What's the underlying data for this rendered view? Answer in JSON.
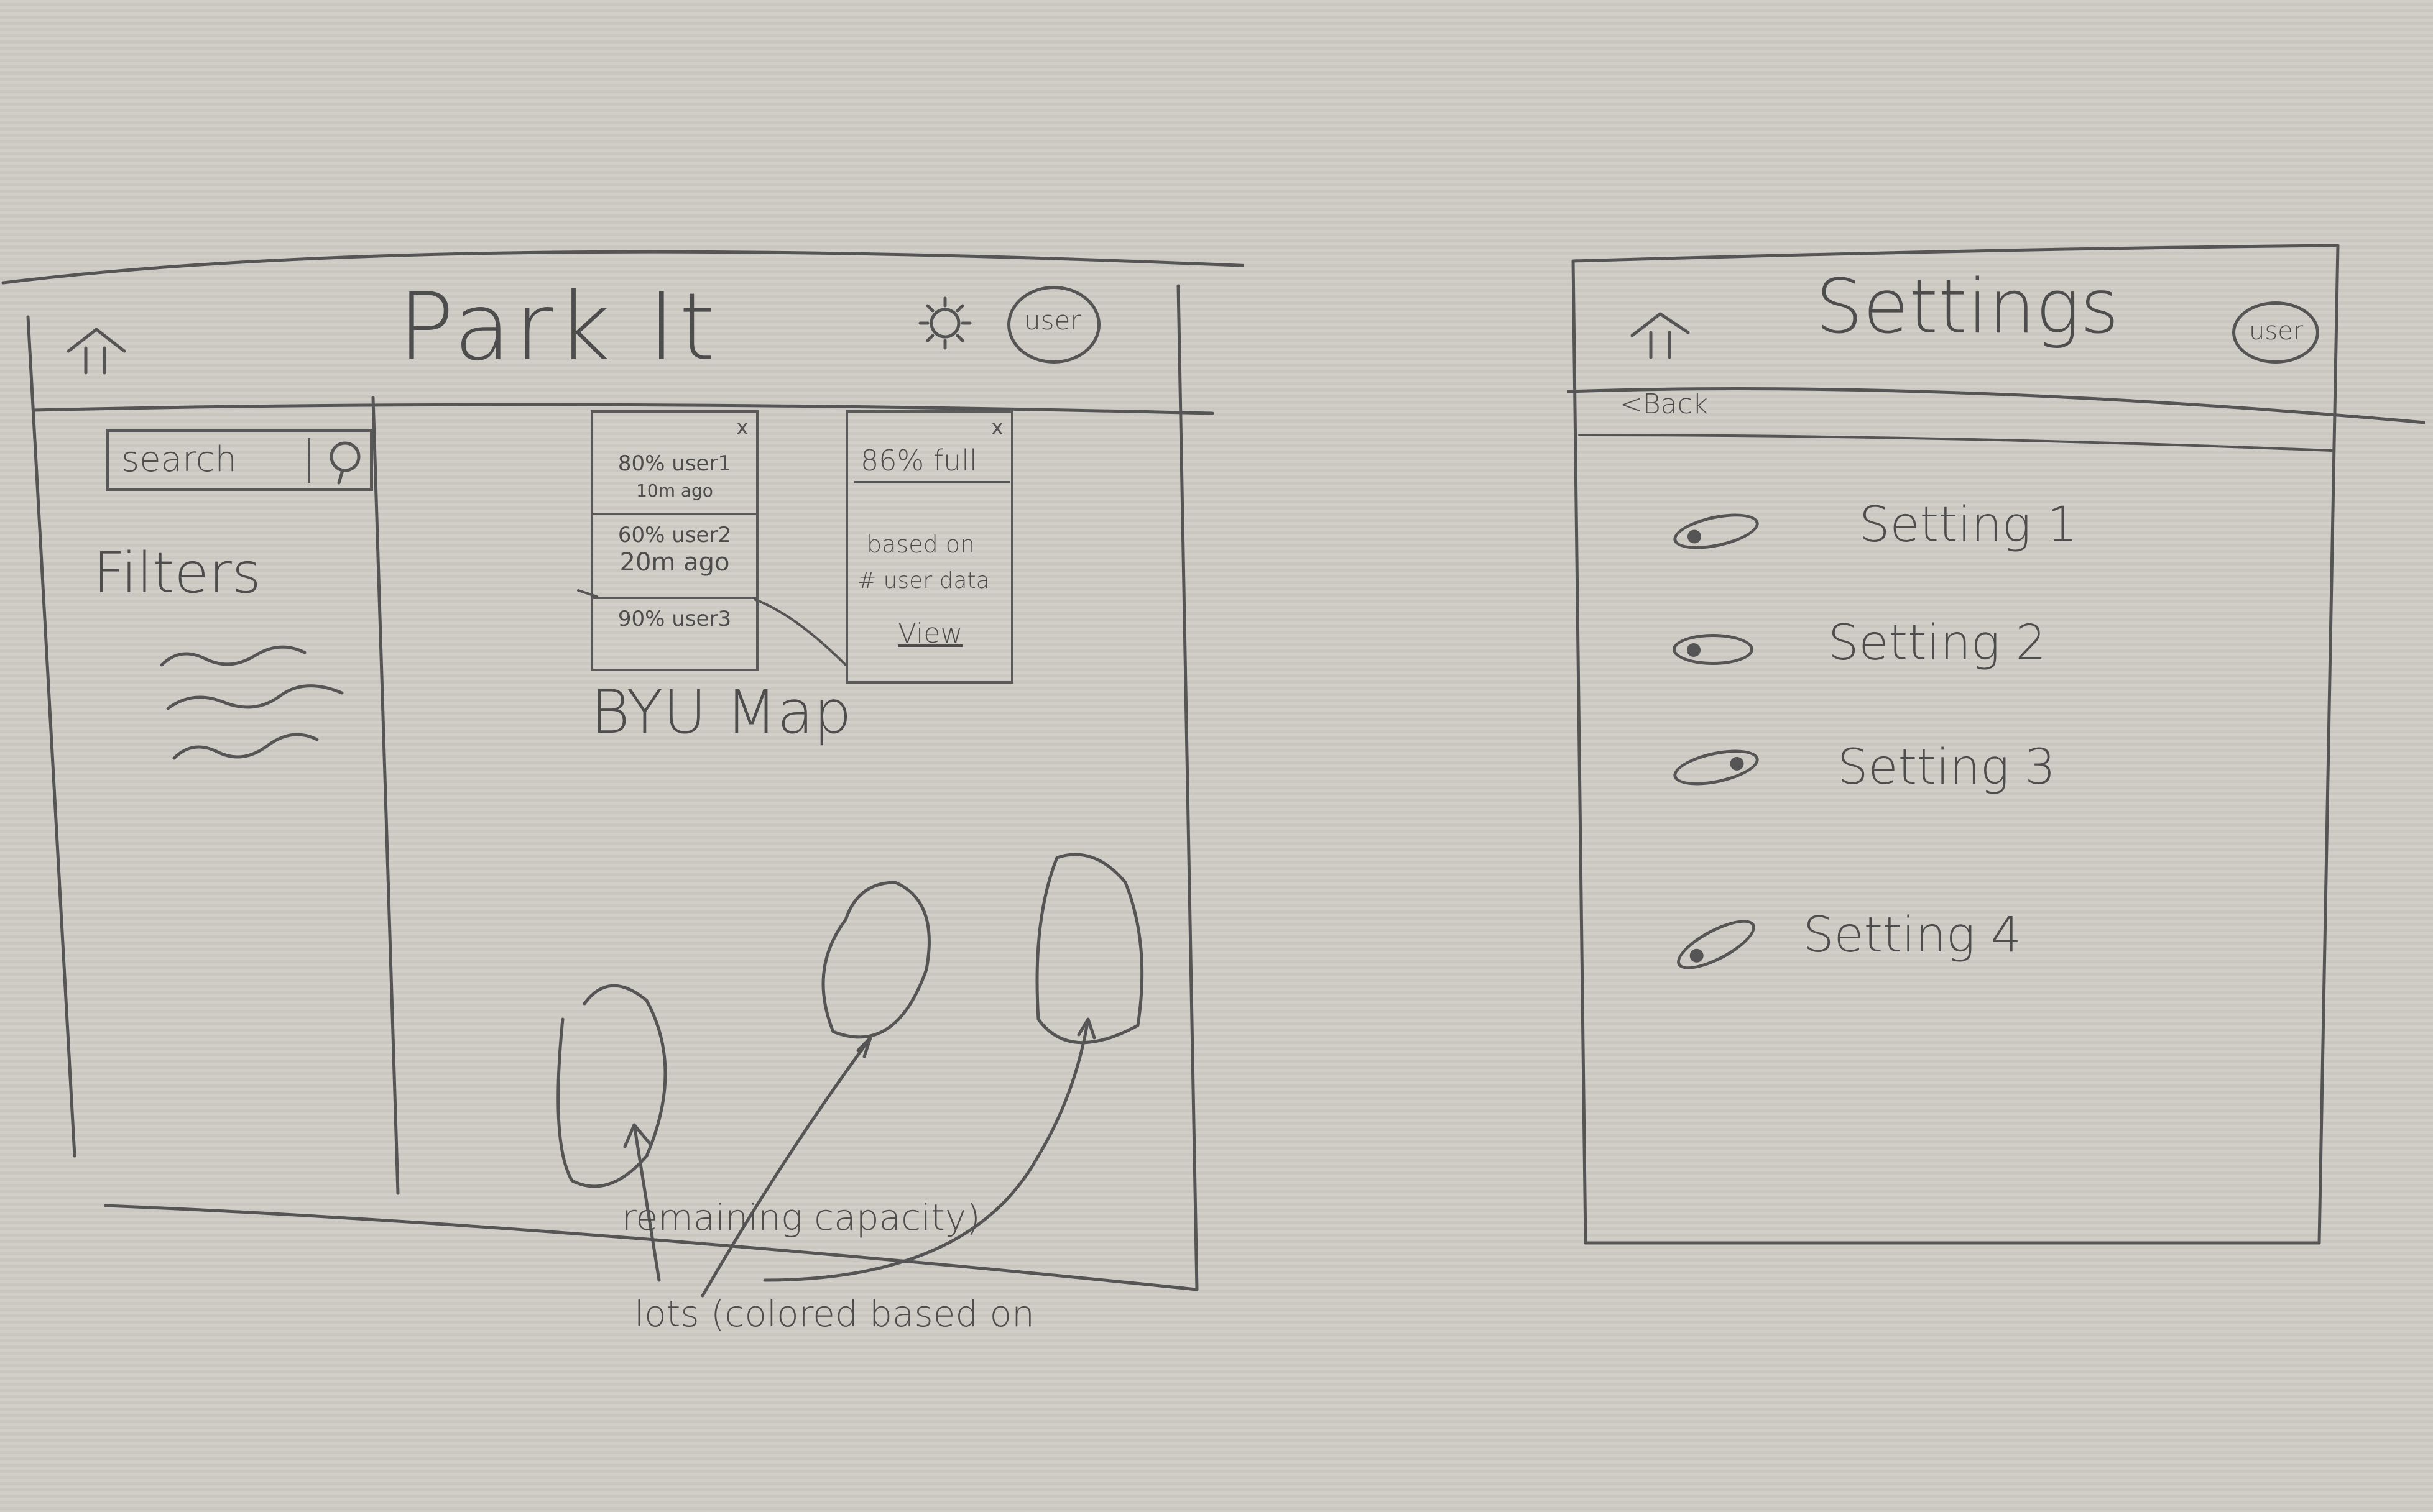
{
  "main_screen": {
    "title": "Park It",
    "user_button_label": "user",
    "search": {
      "placeholder": "search"
    },
    "filters_label": "Filters",
    "map_label": "BYU Map",
    "reports_popup": {
      "close_label": "x",
      "entries": [
        {
          "line1": "80% user1",
          "line2": "10m ago"
        },
        {
          "line1": "60% user2",
          "line2": "20m ago"
        },
        {
          "line1": "90% user3",
          "line2": ""
        }
      ]
    },
    "lot_popup": {
      "close_label": "x",
      "percent_full": "86% full",
      "basis_line1": "based on",
      "basis_line2": "# user data",
      "view_link": "View"
    },
    "annotation_line1": "lots (colored based on",
    "annotation_line2": "remaining capacity)"
  },
  "settings_screen": {
    "title": "Settings",
    "user_button_label": "user",
    "back_label": "<Back",
    "items": [
      {
        "label": "Setting 1"
      },
      {
        "label": "Setting 2"
      },
      {
        "label": "Setting 3"
      },
      {
        "label": "Setting 4"
      }
    ]
  },
  "icons": [
    "home-icon",
    "gear-icon",
    "user-icon",
    "search-icon"
  ],
  "colors": {
    "paper": "#cfccc5",
    "ink": "#555555"
  }
}
